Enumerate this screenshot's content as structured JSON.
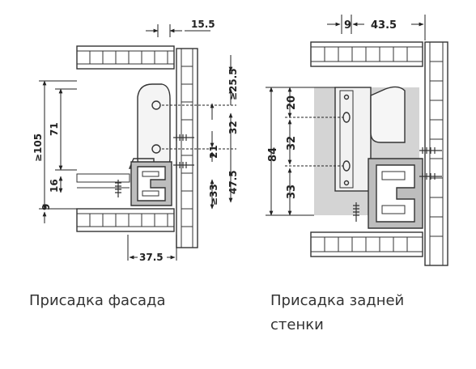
{
  "captions": {
    "left": "Присадка фасада",
    "right_line1": "Присадка задней",
    "right_line2": "стенки"
  },
  "left_dims": {
    "top": "15.5",
    "d105": "≥105",
    "d71": "71",
    "d16": "16",
    "d9": "9",
    "d255": "≥25.5",
    "d32": "32",
    "d21": "21",
    "d33": "≥33",
    "d475": "47.5",
    "d375": "37.5"
  },
  "right_dims": {
    "top9": "9",
    "top435": "43.5",
    "d84": "84",
    "d20": "20",
    "d32": "32",
    "d33": "33"
  },
  "colors": {
    "line": "#333333",
    "panel_fill": "#d4d4d4",
    "bracket_fill": "#f2f2f2"
  }
}
